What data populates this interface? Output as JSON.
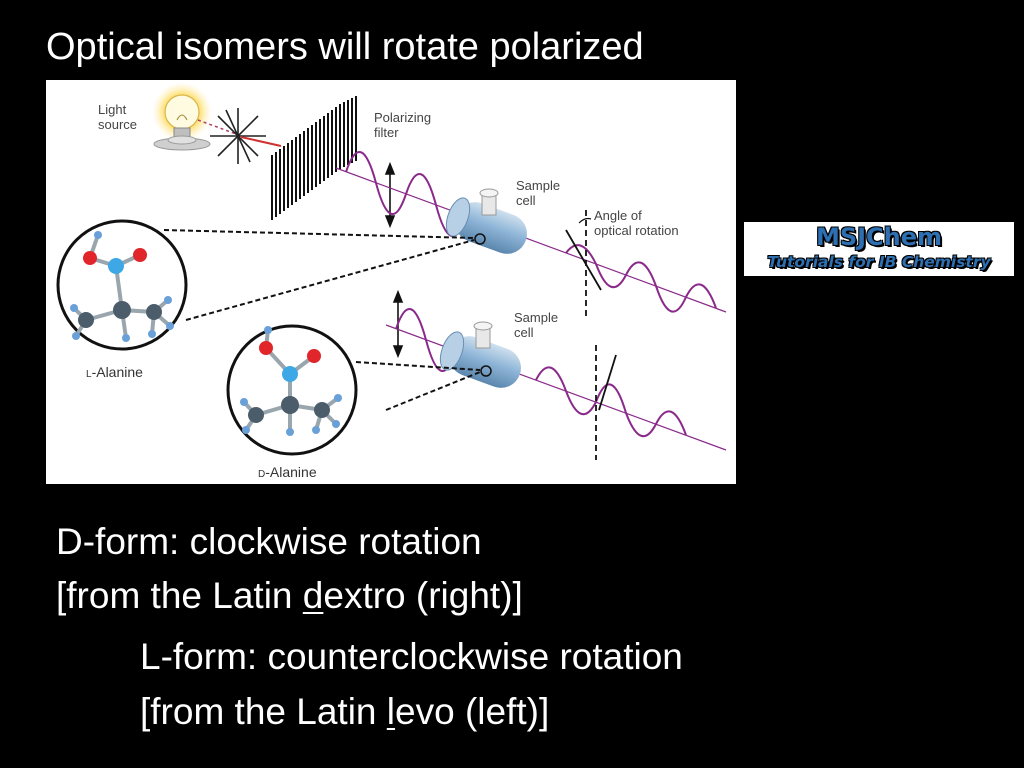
{
  "slide": {
    "title": "Optical isomers will rotate polarized"
  },
  "figure": {
    "light_source": "Light\nsource",
    "polarizing_filter": "Polarizing\nfilter",
    "sample_cell_top": "Sample\ncell",
    "sample_cell_bottom": "Sample\ncell",
    "angle_label": "Angle of\noptical rotation",
    "l_prefix": "L",
    "l_name": "-Alanine",
    "d_prefix": "D",
    "d_name": "-Alanine"
  },
  "logo": {
    "name": "MSJChem",
    "tagline": "Tutorials for IB Chemistry"
  },
  "notes": {
    "d_line1": "D-form: clockwise rotation",
    "d_line2_pre": "[from the Latin ",
    "d_line2_u": "d",
    "d_line2_post": "extro (right)]",
    "l_line1": "L-form: counterclockwise rotation",
    "l_line2_pre": "[from the Latin ",
    "l_line2_u": "l",
    "l_line2_post": "evo (left)]"
  },
  "colors": {
    "background": "#000000",
    "wave": "#8a2a8a",
    "cell": "#8fb6d8",
    "carbon": "#4b5d6a",
    "oxygen": "#e0262a",
    "nitrogen": "#3ea7e6",
    "hydrogen": "#6aa0d8",
    "logo_text": "#2d6fb0"
  },
  "icons": [
    "light-bulb-icon",
    "polarizing-filter-icon",
    "sample-cell-icon",
    "molecule-icon"
  ]
}
